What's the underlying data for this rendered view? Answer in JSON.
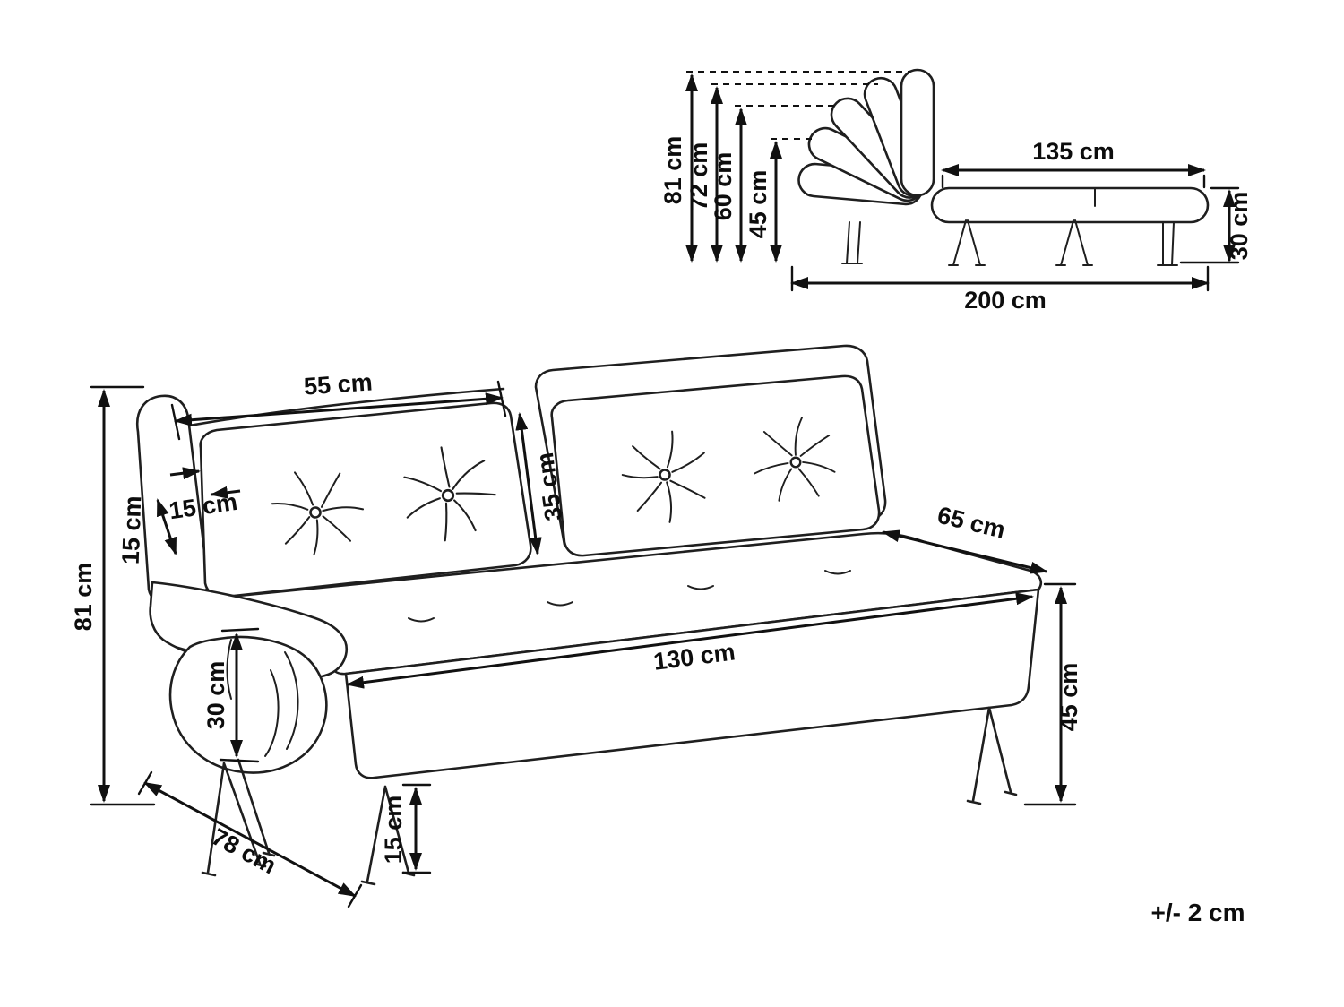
{
  "side_view": {
    "overall_height": "81 cm",
    "backrest_position_2_height": "72 cm",
    "backrest_position_3_height": "60 cm",
    "backrest_folded_height": "45 cm",
    "bed_length": "135 cm",
    "base_height": "30 cm",
    "total_length": "200 cm"
  },
  "perspective_view": {
    "back_cushion_width": "55 cm",
    "back_cushion_height": "35 cm",
    "back_cushion_thickness": "15 cm",
    "side_panel_thickness": "15 cm",
    "overall_height": "81 cm",
    "seat_depth": "65 cm",
    "seat_width": "130 cm",
    "bolster_height": "30 cm",
    "seat_height": "45 cm",
    "leg_height": "15 cm",
    "overall_depth": "78 cm"
  },
  "note": {
    "tolerance": "+/- 2 cm"
  }
}
